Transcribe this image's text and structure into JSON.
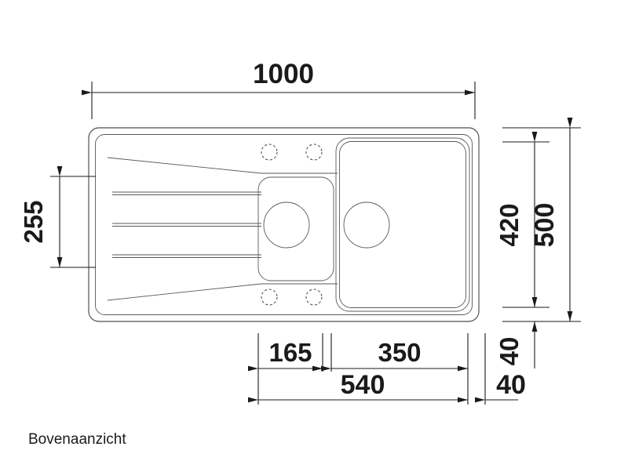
{
  "drawing": {
    "caption": "Bovenaanzicht",
    "view_type": "top-view",
    "units": "mm",
    "line_color": "#4d4d4d",
    "dimension_color": "#1a1a1a",
    "background": "#ffffff"
  },
  "dimensions": {
    "overall_width": "1000",
    "drainboard_depth": "255",
    "bowl_depth": "420",
    "overall_depth": "500",
    "small_bowl_width": "165",
    "large_bowl_width": "350",
    "combined_bowl_width": "540",
    "rim_depth_top": "40",
    "rim_depth_right": "40"
  },
  "features": {
    "tap_holes_count": "4",
    "drain_count": "2",
    "groove_count": "3",
    "bowl_count": "2"
  }
}
